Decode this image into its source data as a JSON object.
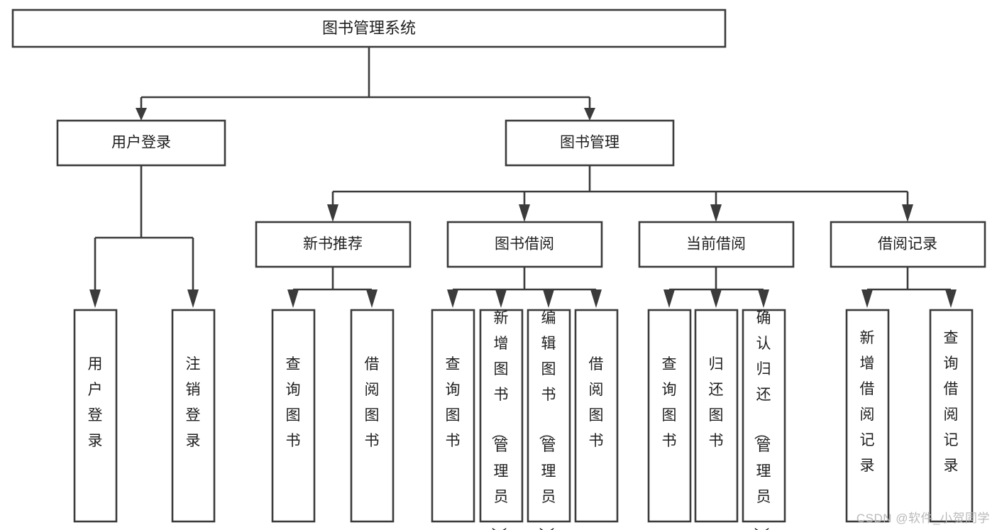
{
  "diagram": {
    "type": "tree",
    "title": "图书管理系统",
    "orientation": "top-down",
    "colors": {
      "box_fill": "#ffffff",
      "box_stroke": "#3b3b3b",
      "text": "#1e1e1e",
      "connector": "#3b3b3b",
      "watermark": "#b9b9b9"
    },
    "root": {
      "label": "图书管理系统"
    },
    "level2": [
      {
        "label": "用户登录"
      },
      {
        "label": "图书管理"
      }
    ],
    "level3": [
      {
        "label": "新书推荐"
      },
      {
        "label": "图书借阅"
      },
      {
        "label": "当前借阅"
      },
      {
        "label": "借阅记录"
      }
    ],
    "leaves": {
      "user_login": [
        {
          "label": "用户登录"
        },
        {
          "label": "注销登录"
        }
      ],
      "new_book_recommend": [
        {
          "label": "查询图书"
        },
        {
          "label": "借阅图书"
        }
      ],
      "book_borrow": [
        {
          "label": "查询图书"
        },
        {
          "label": "新增图书（管理员）"
        },
        {
          "label": "编辑图书（管理员）"
        },
        {
          "label": "借阅图书"
        }
      ],
      "current_borrow": [
        {
          "label": "查询图书"
        },
        {
          "label": "归还图书"
        },
        {
          "label": "确认归还（管理员）"
        }
      ],
      "borrow_records": [
        {
          "label": "新增借阅记录"
        },
        {
          "label": "查询借阅记录"
        }
      ]
    }
  },
  "watermark": {
    "text": "CSDN @软件_小贺同学"
  }
}
